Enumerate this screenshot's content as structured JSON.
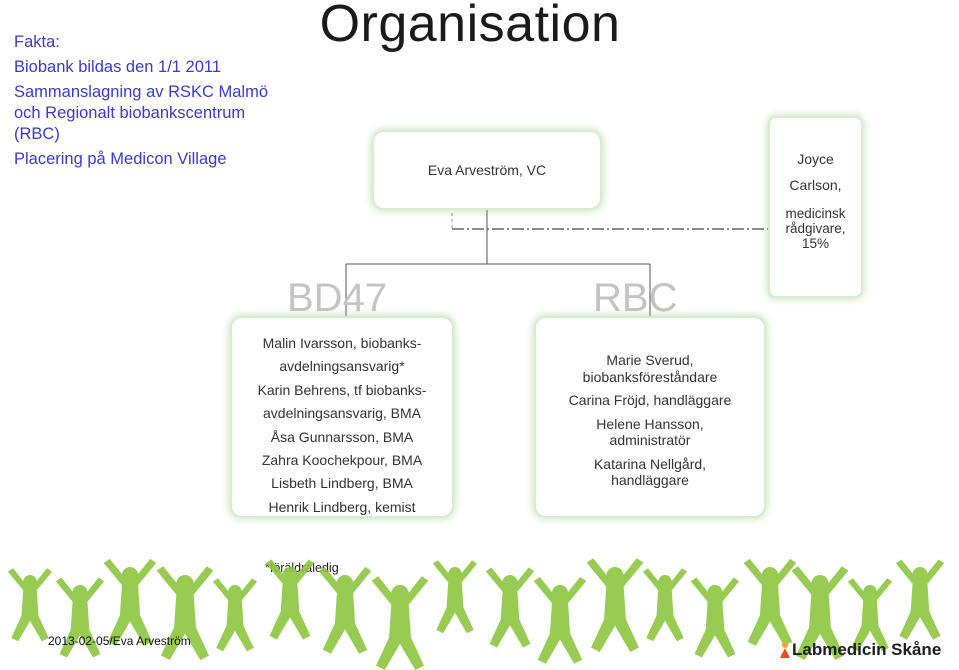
{
  "facts": {
    "heading": "Fakta:",
    "lines": [
      "Biobank bildas den 1/1 2011",
      "Sammanslagning av RSKC Malmö",
      "och Regionalt biobankscentrum",
      "(RBC)",
      "Placering på Medicon Village"
    ]
  },
  "title": "Organisation",
  "vc": "Eva Arveström, VC",
  "advisor": {
    "lines": [
      "Joyce",
      "Carlson,",
      "medicinsk",
      "rådgivare,",
      "15%"
    ]
  },
  "bd47": {
    "label": "BD47",
    "members": [
      "Malin Ivarsson, biobanks-",
      "avdelningsansvarig*",
      "Karin Behrens, tf biobanks-",
      "avdelningsansvarig, BMA",
      "Åsa Gunnarsson, BMA",
      "Zahra Koochekpour, BMA",
      "Lisbeth Lindberg, BMA",
      "Henrik Lindberg, kemist"
    ]
  },
  "rbc": {
    "label": "RBC",
    "members": [
      [
        "Marie Sverud,",
        "biobanksföreståndare"
      ],
      [
        "Carina Fröjd, handläggare"
      ],
      [
        "Helene Hansson,",
        "administratör"
      ],
      [
        "Katarina Nellgård,",
        "handläggare"
      ]
    ]
  },
  "footnote": "*föräldraledig",
  "footer": {
    "date_author": "2013-02-05/Eva Arveström",
    "logo_text": "Labmedicin Skåne"
  },
  "colors": {
    "facts_text": "#3a3acc",
    "box_glow": "#7cc864",
    "dept_label": "#c4c4c4",
    "silhouette": "#8cc63f"
  }
}
